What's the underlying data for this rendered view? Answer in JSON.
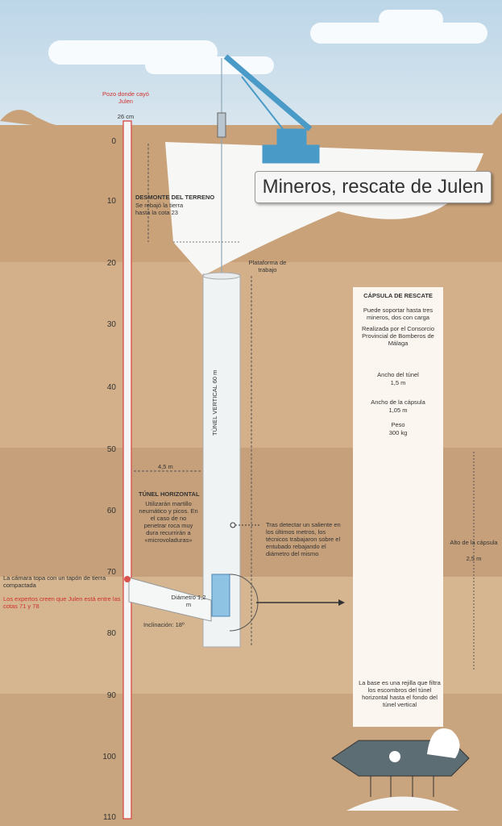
{
  "title": "Mineros, rescate de Julen",
  "well": {
    "label": "Pozo donde cayó Julen",
    "diameter": "26 cm"
  },
  "depth_ticks": [
    "0",
    "10",
    "20",
    "30",
    "40",
    "50",
    "60",
    "70",
    "80",
    "90",
    "100",
    "110"
  ],
  "desmonte": {
    "heading": "DESMONTE DEL TERRENO",
    "text": "Se rebajó la tierra hasta la cota 23"
  },
  "platform_label": "Plataforma de trabajo",
  "vertical_tunnel_label": "TÚNEL VERTICAL 60 m",
  "horizontal": {
    "distance": "4,5 m",
    "heading": "TÚNEL HORIZONTAL",
    "text": "Utilizarán martillo neumático y picos. En el caso de no penetrar roca muy dura recurrirán a «microvoladuras»",
    "diameter": "Diámetro 1,2 m",
    "inclination": "Inclinación: 18º"
  },
  "obstacle_note": "Tras detectar un saliente en los últimos metros, los técnicos trabajaron sobre el entubado rebajando el diámetro del mismo",
  "camera_note": "La cámara topa con un tapón de tierra compactada",
  "experts_note": "Los expertos creen que Julen está entre las cotas 71 y 78",
  "capsule": {
    "heading": "CÁPSULA DE RESCATE",
    "capacity": "Puede soportar hasta tres mineros, dos con carga",
    "maker": "Realizada por el Consorcio Provincial de Bomberos de Málaga",
    "tunnel_width_label": "Ancho del túnel",
    "tunnel_width_value": "1,5 m",
    "capsule_width_label": "Ancho de la cápsula",
    "capsule_width_value": "1,05 m",
    "weight_label": "Peso",
    "weight_value": "300 kg",
    "height_label": "Alto de la cápsula",
    "height_value": "2,5 m",
    "base_note": "La base es una rejilla que filtra los escombros del túnel horizontal hasta el fondo del túnel vertical"
  }
}
